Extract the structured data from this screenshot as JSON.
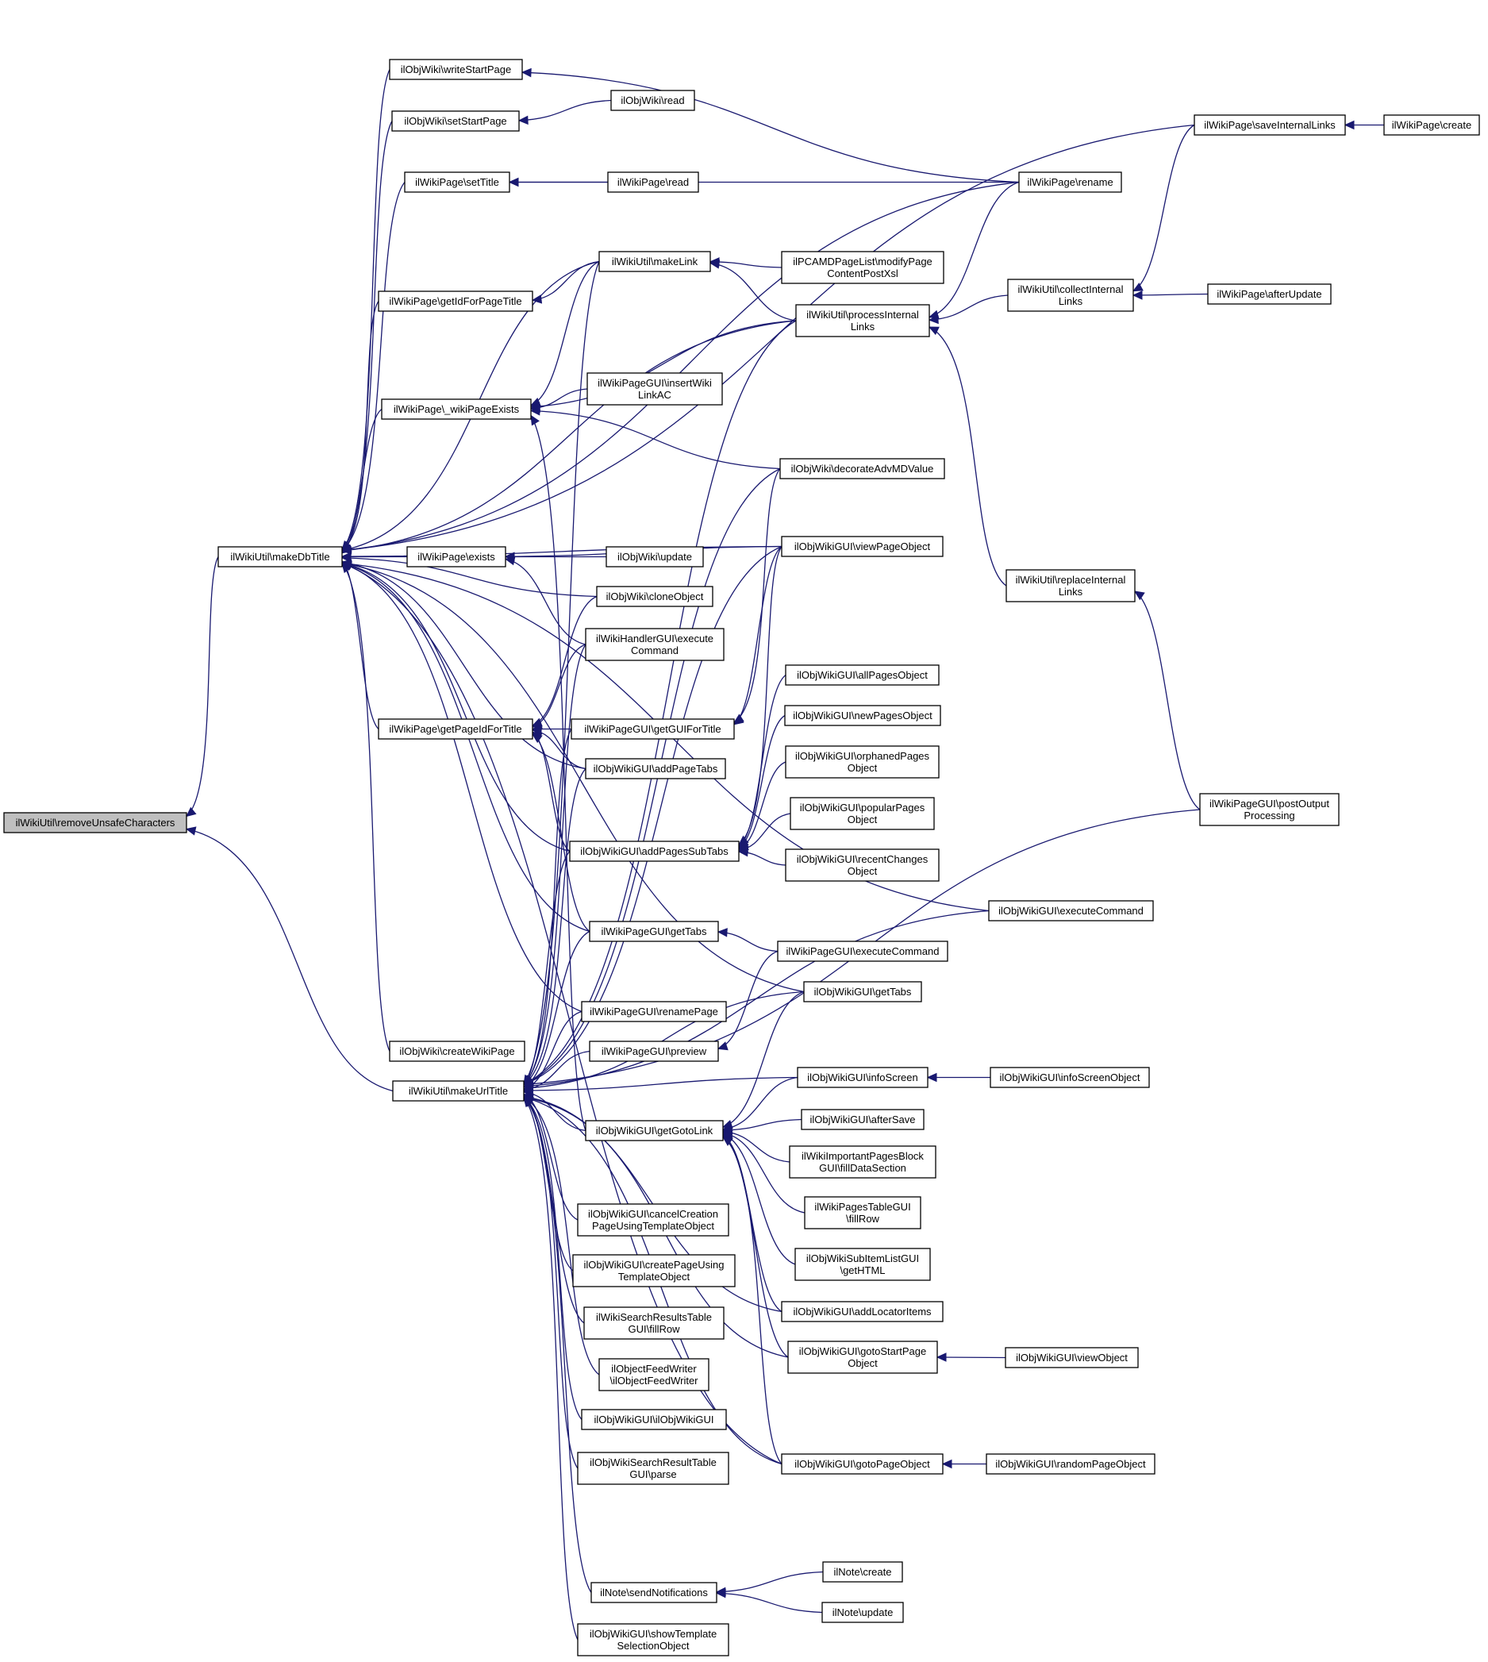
{
  "graph": {
    "title": "",
    "nodes": [
      {
        "id": "n0",
        "lines": [
          "ilWikiUtil\\removeUnsafeCharacters"
        ],
        "root": true
      },
      {
        "id": "n1",
        "lines": [
          "ilWikiUtil\\makeDbTitle"
        ]
      },
      {
        "id": "n2",
        "lines": [
          "ilWikiUtil\\makeUrlTitle"
        ]
      },
      {
        "id": "n3",
        "lines": [
          "ilObjWiki\\writeStartPage"
        ]
      },
      {
        "id": "n4",
        "lines": [
          "ilObjWiki\\setStartPage"
        ]
      },
      {
        "id": "n5",
        "lines": [
          "ilWikiPage\\setTitle"
        ]
      },
      {
        "id": "n6",
        "lines": [
          "ilWikiPage\\getIdForPageTitle"
        ]
      },
      {
        "id": "n7",
        "lines": [
          "ilWikiPage\\_wikiPageExists"
        ]
      },
      {
        "id": "n8",
        "lines": [
          "ilWikiPage\\exists"
        ]
      },
      {
        "id": "n9",
        "lines": [
          "ilWikiPage\\getPageIdForTitle"
        ]
      },
      {
        "id": "n10",
        "lines": [
          "ilObjWiki\\createWikiPage"
        ]
      },
      {
        "id": "n11",
        "lines": [
          "ilObjWiki\\read"
        ]
      },
      {
        "id": "n12",
        "lines": [
          "ilWikiPage\\read"
        ]
      },
      {
        "id": "n13",
        "lines": [
          "ilWikiUtil\\makeLink"
        ]
      },
      {
        "id": "n14",
        "lines": [
          "ilWikiPageGUI\\insertWiki",
          "LinkAC"
        ]
      },
      {
        "id": "n15",
        "lines": [
          "ilObjWiki\\update"
        ]
      },
      {
        "id": "n16",
        "lines": [
          "ilObjWiki\\cloneObject"
        ]
      },
      {
        "id": "n17",
        "lines": [
          "ilWikiHandlerGUI\\execute",
          "Command"
        ]
      },
      {
        "id": "n18",
        "lines": [
          "ilWikiPageGUI\\getGUIForTitle"
        ]
      },
      {
        "id": "n19",
        "lines": [
          "ilObjWikiGUI\\addPageTabs"
        ]
      },
      {
        "id": "n20",
        "lines": [
          "ilObjWikiGUI\\addPagesSubTabs"
        ]
      },
      {
        "id": "n21",
        "lines": [
          "ilWikiPageGUI\\getTabs"
        ]
      },
      {
        "id": "n22",
        "lines": [
          "ilWikiPageGUI\\renamePage"
        ]
      },
      {
        "id": "n23",
        "lines": [
          "ilWikiPageGUI\\preview"
        ]
      },
      {
        "id": "n24",
        "lines": [
          "ilObjWikiGUI\\getGotoLink"
        ]
      },
      {
        "id": "n25",
        "lines": [
          "ilObjWikiGUI\\cancelCreation",
          "PageUsingTemplateObject"
        ]
      },
      {
        "id": "n26",
        "lines": [
          "ilObjWikiGUI\\createPageUsing",
          "TemplateObject"
        ]
      },
      {
        "id": "n27",
        "lines": [
          "ilWikiSearchResultsTable",
          "GUI\\fillRow"
        ]
      },
      {
        "id": "n28",
        "lines": [
          "ilObjectFeedWriter",
          "\\ilObjectFeedWriter"
        ]
      },
      {
        "id": "n29",
        "lines": [
          "ilObjWikiGUI\\ilObjWikiGUI"
        ]
      },
      {
        "id": "n30",
        "lines": [
          "ilObjWikiSearchResultTable",
          "GUI\\parse"
        ]
      },
      {
        "id": "n31",
        "lines": [
          "ilNote\\sendNotifications"
        ]
      },
      {
        "id": "n32",
        "lines": [
          "ilObjWikiGUI\\showTemplate",
          "SelectionObject"
        ]
      },
      {
        "id": "n33",
        "lines": [
          "ilPCAMDPageList\\modifyPage",
          "ContentPostXsl"
        ]
      },
      {
        "id": "n34",
        "lines": [
          "ilWikiUtil\\processInternal",
          "Links"
        ]
      },
      {
        "id": "n35",
        "lines": [
          "ilObjWiki\\decorateAdvMDValue"
        ]
      },
      {
        "id": "n36",
        "lines": [
          "ilObjWikiGUI\\viewPageObject"
        ]
      },
      {
        "id": "n37",
        "lines": [
          "ilObjWikiGUI\\allPagesObject"
        ]
      },
      {
        "id": "n38",
        "lines": [
          "ilObjWikiGUI\\newPagesObject"
        ]
      },
      {
        "id": "n39",
        "lines": [
          "ilObjWikiGUI\\orphanedPages",
          "Object"
        ]
      },
      {
        "id": "n40",
        "lines": [
          "ilObjWikiGUI\\popularPages",
          "Object"
        ]
      },
      {
        "id": "n41",
        "lines": [
          "ilObjWikiGUI\\recentChanges",
          "Object"
        ]
      },
      {
        "id": "n42",
        "lines": [
          "ilWikiPageGUI\\executeCommand"
        ]
      },
      {
        "id": "n43",
        "lines": [
          "ilObjWikiGUI\\getTabs"
        ]
      },
      {
        "id": "n44",
        "lines": [
          "ilObjWikiGUI\\infoScreen"
        ]
      },
      {
        "id": "n45",
        "lines": [
          "ilObjWikiGUI\\afterSave"
        ]
      },
      {
        "id": "n46",
        "lines": [
          "ilWikiImportantPagesBlock",
          "GUI\\fillDataSection"
        ]
      },
      {
        "id": "n47",
        "lines": [
          "ilWikiPagesTableGUI",
          "\\fillRow"
        ]
      },
      {
        "id": "n48",
        "lines": [
          "ilObjWikiSubItemListGUI",
          "\\getHTML"
        ]
      },
      {
        "id": "n49",
        "lines": [
          "ilObjWikiGUI\\addLocatorItems"
        ]
      },
      {
        "id": "n50",
        "lines": [
          "ilObjWikiGUI\\gotoStartPage",
          "Object"
        ]
      },
      {
        "id": "n51",
        "lines": [
          "ilObjWikiGUI\\gotoPageObject"
        ]
      },
      {
        "id": "n52",
        "lines": [
          "ilNote\\create"
        ]
      },
      {
        "id": "n53",
        "lines": [
          "ilNote\\update"
        ]
      },
      {
        "id": "n54",
        "lines": [
          "ilWikiPage\\rename"
        ]
      },
      {
        "id": "n55",
        "lines": [
          "ilWikiUtil\\collectInternal",
          "Links"
        ]
      },
      {
        "id": "n56",
        "lines": [
          "ilWikiUtil\\replaceInternal",
          "Links"
        ]
      },
      {
        "id": "n57",
        "lines": [
          "ilObjWikiGUI\\executeCommand"
        ]
      },
      {
        "id": "n58",
        "lines": [
          "ilObjWikiGUI\\infoScreenObject"
        ]
      },
      {
        "id": "n59",
        "lines": [
          "ilObjWikiGUI\\viewObject"
        ]
      },
      {
        "id": "n60",
        "lines": [
          "ilObjWikiGUI\\randomPageObject"
        ]
      },
      {
        "id": "n61",
        "lines": [
          "ilWikiPage\\saveInternalLinks"
        ]
      },
      {
        "id": "n62",
        "lines": [
          "ilWikiPage\\afterUpdate"
        ]
      },
      {
        "id": "n63",
        "lines": [
          "ilWikiPageGUI\\postOutput",
          "Processing"
        ]
      },
      {
        "id": "n64",
        "lines": [
          "ilWikiPage\\create"
        ]
      }
    ],
    "edges": [
      [
        "n1",
        "n0"
      ],
      [
        "n2",
        "n0"
      ],
      [
        "n3",
        "n1"
      ],
      [
        "n4",
        "n1"
      ],
      [
        "n5",
        "n1"
      ],
      [
        "n6",
        "n1"
      ],
      [
        "n7",
        "n1"
      ],
      [
        "n8",
        "n1"
      ],
      [
        "n9",
        "n1"
      ],
      [
        "n10",
        "n1"
      ],
      [
        "n13",
        "n1"
      ],
      [
        "n16",
        "n1"
      ],
      [
        "n19",
        "n1"
      ],
      [
        "n20",
        "n1"
      ],
      [
        "n21",
        "n1"
      ],
      [
        "n22",
        "n1"
      ],
      [
        "n34",
        "n1"
      ],
      [
        "n36",
        "n1"
      ],
      [
        "n43",
        "n1"
      ],
      [
        "n51",
        "n1"
      ],
      [
        "n54",
        "n1"
      ],
      [
        "n57",
        "n1"
      ],
      [
        "n61",
        "n1"
      ],
      [
        "n11",
        "n4"
      ],
      [
        "n54",
        "n3"
      ],
      [
        "n12",
        "n5"
      ],
      [
        "n54",
        "n5"
      ],
      [
        "n13",
        "n6"
      ],
      [
        "n13",
        "n7"
      ],
      [
        "n14",
        "n7"
      ],
      [
        "n34",
        "n7"
      ],
      [
        "n35",
        "n7"
      ],
      [
        "n24",
        "n7"
      ],
      [
        "n15",
        "n8"
      ],
      [
        "n36",
        "n8"
      ],
      [
        "n17",
        "n8"
      ],
      [
        "n16",
        "n9"
      ],
      [
        "n17",
        "n9"
      ],
      [
        "n18",
        "n9"
      ],
      [
        "n19",
        "n9"
      ],
      [
        "n20",
        "n9"
      ],
      [
        "n21",
        "n9"
      ],
      [
        "n13",
        "n2"
      ],
      [
        "n17",
        "n2"
      ],
      [
        "n18",
        "n2"
      ],
      [
        "n19",
        "n2"
      ],
      [
        "n20",
        "n2"
      ],
      [
        "n21",
        "n2"
      ],
      [
        "n22",
        "n2"
      ],
      [
        "n23",
        "n2"
      ],
      [
        "n24",
        "n2"
      ],
      [
        "n25",
        "n2"
      ],
      [
        "n26",
        "n2"
      ],
      [
        "n27",
        "n2"
      ],
      [
        "n28",
        "n2"
      ],
      [
        "n29",
        "n2"
      ],
      [
        "n30",
        "n2"
      ],
      [
        "n31",
        "n2"
      ],
      [
        "n32",
        "n2"
      ],
      [
        "n34",
        "n2"
      ],
      [
        "n35",
        "n2"
      ],
      [
        "n36",
        "n2"
      ],
      [
        "n43",
        "n2"
      ],
      [
        "n44",
        "n2"
      ],
      [
        "n49",
        "n2"
      ],
      [
        "n50",
        "n2"
      ],
      [
        "n51",
        "n2"
      ],
      [
        "n57",
        "n2"
      ],
      [
        "n63",
        "n2"
      ],
      [
        "n33",
        "n13"
      ],
      [
        "n34",
        "n13"
      ],
      [
        "n54",
        "n34"
      ],
      [
        "n55",
        "n34"
      ],
      [
        "n56",
        "n34"
      ],
      [
        "n36",
        "n18"
      ],
      [
        "n35",
        "n18"
      ],
      [
        "n36",
        "n20"
      ],
      [
        "n37",
        "n20"
      ],
      [
        "n38",
        "n20"
      ],
      [
        "n39",
        "n20"
      ],
      [
        "n40",
        "n20"
      ],
      [
        "n41",
        "n20"
      ],
      [
        "n42",
        "n21"
      ],
      [
        "n42",
        "n23"
      ],
      [
        "n44",
        "n24"
      ],
      [
        "n45",
        "n24"
      ],
      [
        "n46",
        "n24"
      ],
      [
        "n47",
        "n24"
      ],
      [
        "n48",
        "n24"
      ],
      [
        "n49",
        "n24"
      ],
      [
        "n50",
        "n24"
      ],
      [
        "n51",
        "n24"
      ],
      [
        "n43",
        "n24"
      ],
      [
        "n52",
        "n31"
      ],
      [
        "n53",
        "n31"
      ],
      [
        "n58",
        "n44"
      ],
      [
        "n59",
        "n50"
      ],
      [
        "n60",
        "n51"
      ],
      [
        "n61",
        "n55"
      ],
      [
        "n62",
        "n55"
      ],
      [
        "n63",
        "n56"
      ],
      [
        "n64",
        "n61"
      ]
    ]
  }
}
